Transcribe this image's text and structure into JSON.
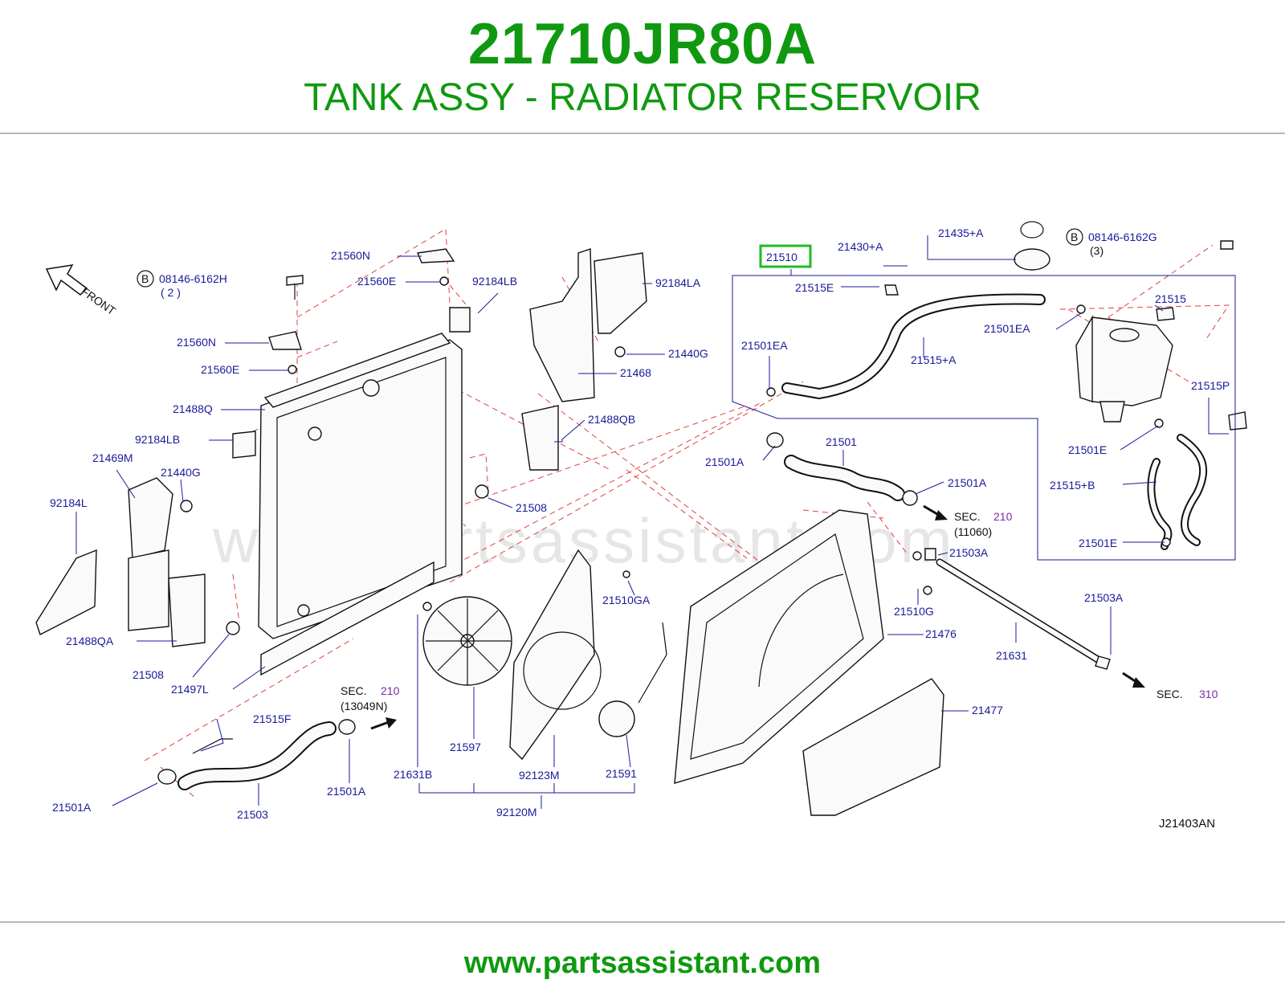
{
  "header": {
    "part_number": "21710JR80A",
    "part_name": "TANK ASSY - RADIATOR RESERVOIR"
  },
  "diagram": {
    "watermark": "www.partsassistant.com",
    "highlighted_part": "21510",
    "diagram_code": "J21403AN",
    "front_label": "FRONT",
    "bolt_labels": {
      "bolt_left": "08146-6162H",
      "bolt_left_qty": "( 2 )",
      "bolt_right": "08146-6162G",
      "bolt_right_qty": "(3)",
      "bolt_marker": "B"
    },
    "sec_refs": [
      {
        "prefix": "SEC.",
        "number": "210",
        "sub": "(11060)"
      },
      {
        "prefix": "SEC.",
        "number": "210",
        "sub": "(13049N)"
      },
      {
        "prefix": "SEC.",
        "number": "310",
        "sub": ""
      }
    ],
    "callouts": {
      "c21560N_a": "21560N",
      "c21560E_a": "21560E",
      "c92184LB_a": "92184LB",
      "c21560N_b": "21560N",
      "c21560E_b": "21560E",
      "c21488Q": "21488Q",
      "c92184LB_b": "92184LB",
      "c21469M": "21469M",
      "c21440G_a": "21440G",
      "c92184L": "92184L",
      "c21488QA": "21488QA",
      "c21508_a": "21508",
      "c21497L": "21497L",
      "c92184LA": "92184LA",
      "c21440G_b": "21440G",
      "c21468": "21468",
      "c21488QB": "21488QB",
      "c21508_b": "21508",
      "c21430A": "21430+A",
      "c21435A": "21435+A",
      "c21515E": "21515E",
      "c21501EA_a": "21501EA",
      "c21501EA_b": "21501EA",
      "c21515A": "21515+A",
      "c21515": "21515",
      "c21515P": "21515P",
      "c21501E_a": "21501E",
      "c21515B": "21515+B",
      "c21501E_b": "21501E",
      "c21501": "21501",
      "c21501A_a": "21501A",
      "c21501A_b": "21501A",
      "c21503A_a": "21503A",
      "c21503A_b": "21503A",
      "c21631": "21631",
      "c21510GA": "21510GA",
      "c21510G": "21510G",
      "c21476": "21476",
      "c21477": "21477",
      "c21515F": "21515F",
      "c21501A_c": "21501A",
      "c21501A_d": "21501A",
      "c21503": "21503",
      "c21631B": "21631B",
      "c21597": "21597",
      "c92123M": "92123M",
      "c21591": "21591",
      "c92120M": "92120M"
    }
  },
  "footer": {
    "url": "www.partsassistant.com"
  }
}
